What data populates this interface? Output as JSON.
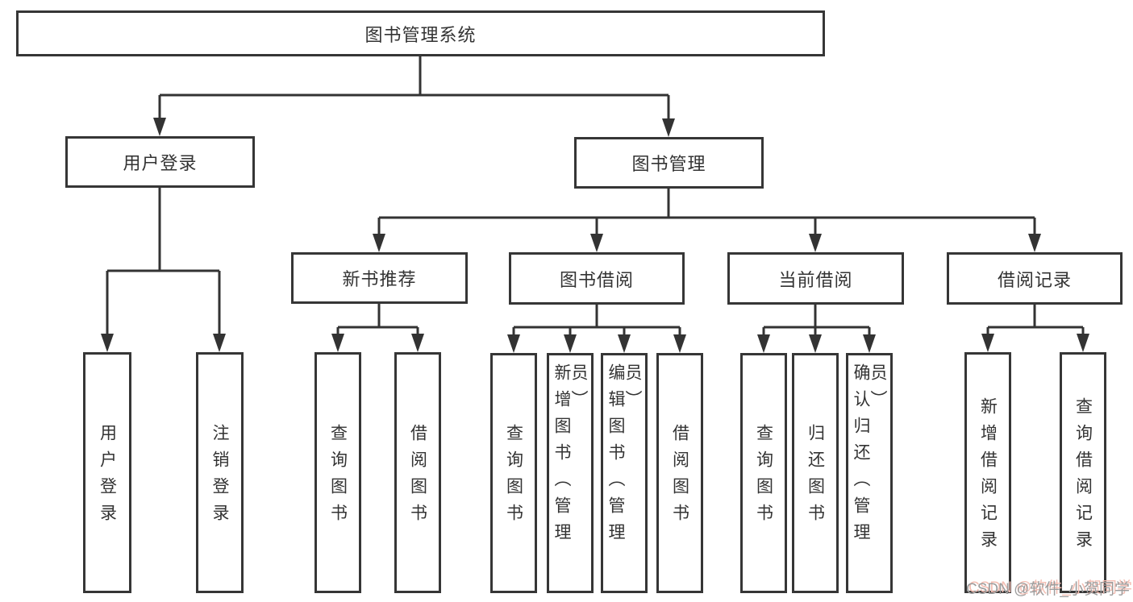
{
  "diagram": {
    "type": "hierarchy-tree",
    "tree": {
      "root": {
        "label": "图书管理系统",
        "children": [
          {
            "label": "用户登录",
            "children": [
              {
                "label": "用户登录"
              },
              {
                "label": "注销登录"
              }
            ]
          },
          {
            "label": "图书管理",
            "children": [
              {
                "label": "新书推荐",
                "children": [
                  {
                    "label": "查询图书"
                  },
                  {
                    "label": "借阅图书"
                  }
                ]
              },
              {
                "label": "图书借阅",
                "children": [
                  {
                    "label": "查询图书"
                  },
                  {
                    "label": "新增图书（管理员）"
                  },
                  {
                    "label": "编辑图书（管理员）"
                  },
                  {
                    "label": "借阅图书"
                  }
                ]
              },
              {
                "label": "当前借阅",
                "children": [
                  {
                    "label": "查询图书"
                  },
                  {
                    "label": "归还图书"
                  },
                  {
                    "label": "确认归还（管理员）"
                  }
                ]
              },
              {
                "label": "借阅记录",
                "children": [
                  {
                    "label": "新增借阅记录"
                  },
                  {
                    "label": "查询借阅记录"
                  }
                ]
              }
            ]
          }
        ]
      }
    },
    "colors": {
      "line": "#333333",
      "box_border": "#363636",
      "text": "#333333",
      "background": "#ffffff",
      "watermark_text": "#9c9c9c",
      "watermark_shadow": "#f3bdb2"
    },
    "watermark": {
      "text": "CSDN @软件_小贺同学"
    }
  }
}
